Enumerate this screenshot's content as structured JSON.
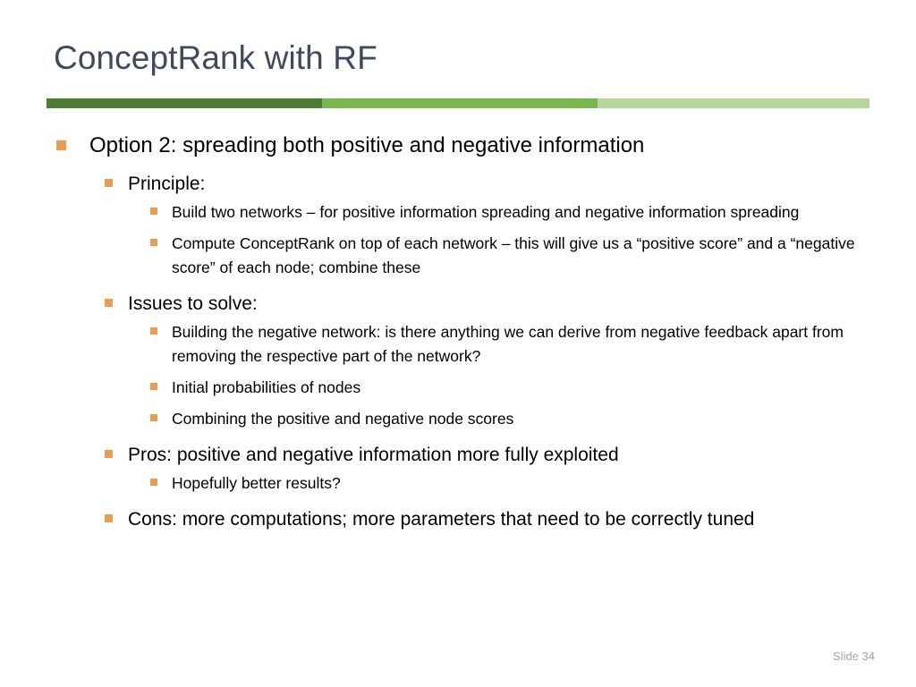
{
  "slide": {
    "title": "ConceptRank with RF",
    "accent_bar": {
      "segment_dark_color": "#4f7d2f",
      "segment_mid_color": "#76b84e",
      "segment_light_color": "#b5d79a"
    },
    "bullet_color": "#ed9c4e",
    "title_color": "#3f4a60",
    "slide_number": "Slide 34",
    "bullets": [
      {
        "level": 1,
        "text": "Option 2: spreading both positive and negative information"
      },
      {
        "level": 2,
        "text": "Principle:"
      },
      {
        "level": 3,
        "text": "Build two networks – for positive information spreading and negative information spreading"
      },
      {
        "level": 3,
        "text": "Compute ConceptRank on top of each network – this will give us a “positive score” and a “negative score” of each node; combine these"
      },
      {
        "level": 2,
        "text": "Issues to solve:"
      },
      {
        "level": 3,
        "text": "Building the negative network: is there anything we can derive from negative feedback apart from removing the respective part of the network?"
      },
      {
        "level": 3,
        "text": "Initial probabilities of nodes"
      },
      {
        "level": 3,
        "text": "Combining the positive and negative node scores"
      },
      {
        "level": 2,
        "text": "Pros: positive and negative information more fully exploited"
      },
      {
        "level": 3,
        "text": "Hopefully better results?"
      },
      {
        "level": 2,
        "text": "Cons: more computations; more parameters that need to be correctly tuned"
      }
    ]
  }
}
